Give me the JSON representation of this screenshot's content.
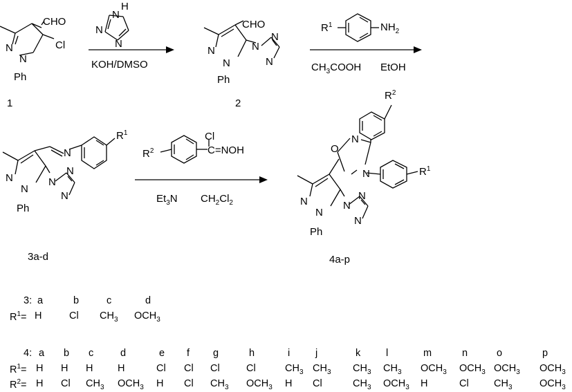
{
  "compounds": {
    "c1": "1",
    "c2": "2",
    "c3": "3a-d",
    "c4": "4a-p"
  },
  "atoms": {
    "cho": "CHO",
    "cl": "Cl",
    "ph": "Ph",
    "n": "N",
    "h": "H",
    "o": "O",
    "noh": "=NOH",
    "r1": "R",
    "r2": "R",
    "nh2": "NH"
  },
  "conditions": {
    "step1_below": "KOH/DMSO",
    "step2_reagent": "CH",
    "step2_reagent_tail": "COOH",
    "step2_solvent": "EtOH",
    "step3_base": "Et",
    "step3_base_tail": "N",
    "step3_solvent": "CH",
    "step3_solvent_mid": "Cl"
  },
  "table3": {
    "label": "3:",
    "letters": [
      "a",
      "b",
      "c",
      "d"
    ],
    "r1_label": "R",
    "r1_values": [
      "H",
      "Cl",
      "CH3",
      "OCH3"
    ]
  },
  "table4": {
    "label": "4:",
    "letters": [
      "a",
      "b",
      "c",
      "d",
      "e",
      "f",
      "g",
      "h",
      "i",
      "j",
      "k",
      "l",
      "m",
      "n",
      "o",
      "p"
    ],
    "r1_values": [
      "H",
      "H",
      "H",
      "H",
      "Cl",
      "Cl",
      "Cl",
      "Cl",
      "CH3",
      "CH3",
      "CH3",
      "CH3",
      "OCH3",
      "OCH3",
      "OCH3",
      "OCH3"
    ],
    "r2_values": [
      "H",
      "Cl",
      "CH3",
      "OCH3",
      "H",
      "Cl",
      "CH3",
      "OCH3",
      "H",
      "Cl",
      "CH3",
      "OCH3",
      "H",
      "Cl",
      "CH3",
      "OCH3"
    ]
  }
}
